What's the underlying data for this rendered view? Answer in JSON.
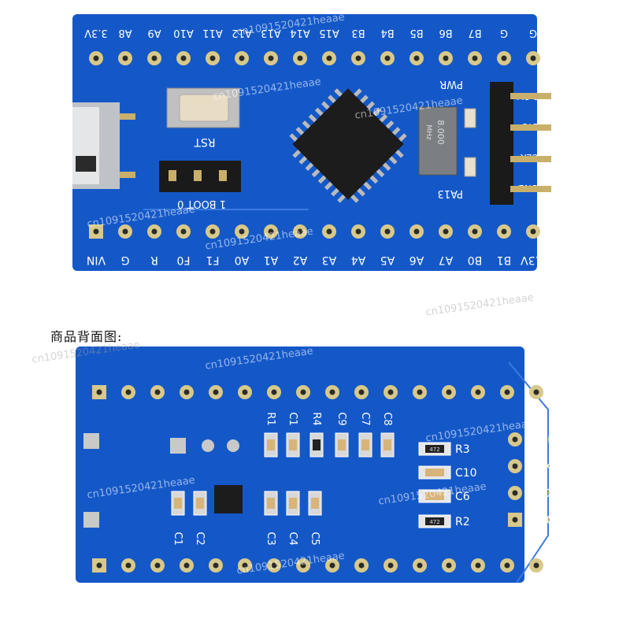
{
  "top_board": {
    "top_labels": [
      "G",
      "G",
      "B7",
      "B6",
      "B5",
      "B4",
      "B3",
      "A15",
      "A14",
      "A13",
      "A12",
      "A11",
      "A10",
      "A9",
      "A8",
      "3.3V"
    ],
    "bottom_labels": [
      "VIN",
      "G",
      "R",
      "F0",
      "F1",
      "A0",
      "A1",
      "A2",
      "A3",
      "A4",
      "A5",
      "A6",
      "A7",
      "B0",
      "B1",
      "3.3V"
    ],
    "reset_label": "RST",
    "boot_label": "1  BOOT  0",
    "crystal_text": "8.000",
    "crystal_unit": "MHz",
    "pwr_label": "PWR",
    "pa13_label": "PA13",
    "header_labels": [
      "3.3V",
      "DIO",
      "CLK",
      "GND"
    ]
  },
  "section_title": "商品背面图:",
  "back_board": {
    "header_labels": [
      "GND",
      "CLK",
      "DIO",
      "VCC"
    ],
    "component_labels_top": [
      "R1",
      "C1",
      "R4",
      "C9",
      "C7",
      "C8"
    ],
    "component_labels_bottom": [
      "C1",
      "C2",
      "C3",
      "C4",
      "C5"
    ],
    "component_labels_right": [
      "R3",
      "C10",
      "C6",
      "R2"
    ],
    "resistor_code": "472"
  },
  "watermark": "cn1091520421heaae",
  "colors": {
    "pcb_blue": "#1458c8",
    "pcb_dark": "#0f44a0",
    "silk": "#ffffff",
    "pad_gold": "#c9b06a",
    "chip": "#1c1c1c"
  }
}
